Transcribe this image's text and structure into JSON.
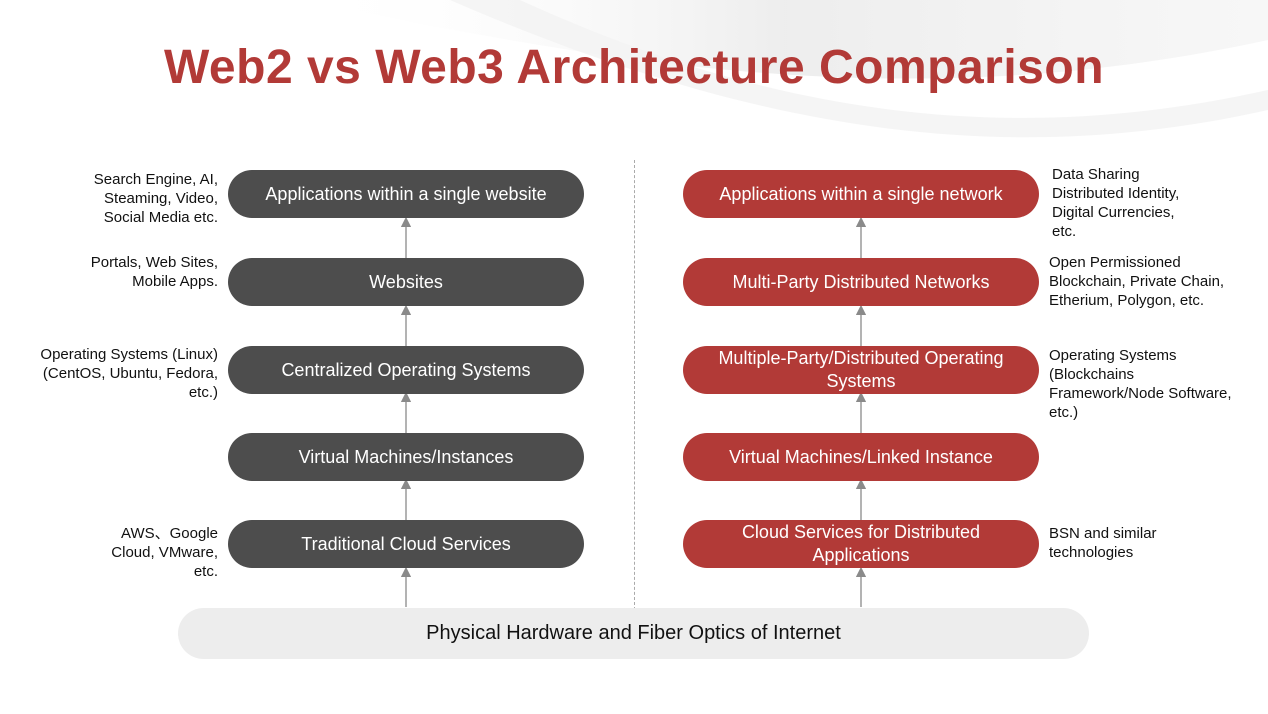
{
  "title": "Web2 vs Web3 Architecture Comparison",
  "web2": {
    "layers": [
      "Applications within a single website",
      "Websites",
      "Centralized Operating Systems",
      "Virtual Machines/Instances",
      "Traditional Cloud Services"
    ],
    "notes": [
      [
        "Search Engine, AI,",
        "Steaming, Video,",
        "Social Media etc."
      ],
      [
        "Portals, Web Sites,",
        "Mobile Apps."
      ],
      [
        "Operating Systems (Linux)",
        "(CentOS, Ubuntu, Fedora,",
        "etc.)"
      ],
      [],
      [
        "AWS、Google",
        "Cloud, VMware,",
        "etc."
      ]
    ]
  },
  "web3": {
    "layers": [
      "Applications within a single network",
      "Multi-Party Distributed Networks",
      "Multiple-Party/Distributed Operating Systems",
      "Virtual Machines/Linked Instance",
      "Cloud Services for Distributed Applications"
    ],
    "notes": [
      [
        "Data Sharing",
        "Distributed Identity,",
        "Digital Currencies,",
        "etc."
      ],
      [
        "Open Permissioned",
        "Blockchain, Private Chain,",
        "Etherium, Polygon, etc."
      ],
      [
        "Operating Systems",
        "(Blockchains",
        "Framework/Node Software,",
        "etc.)"
      ],
      [],
      [
        "BSN and similar",
        "technologies"
      ]
    ]
  },
  "base": "Physical Hardware and Fiber Optics of Internet",
  "colors": {
    "title": "#b23a37",
    "web2_pill": "#4d4d4d",
    "web3_pill": "#b23a37",
    "base": "#ededed"
  }
}
